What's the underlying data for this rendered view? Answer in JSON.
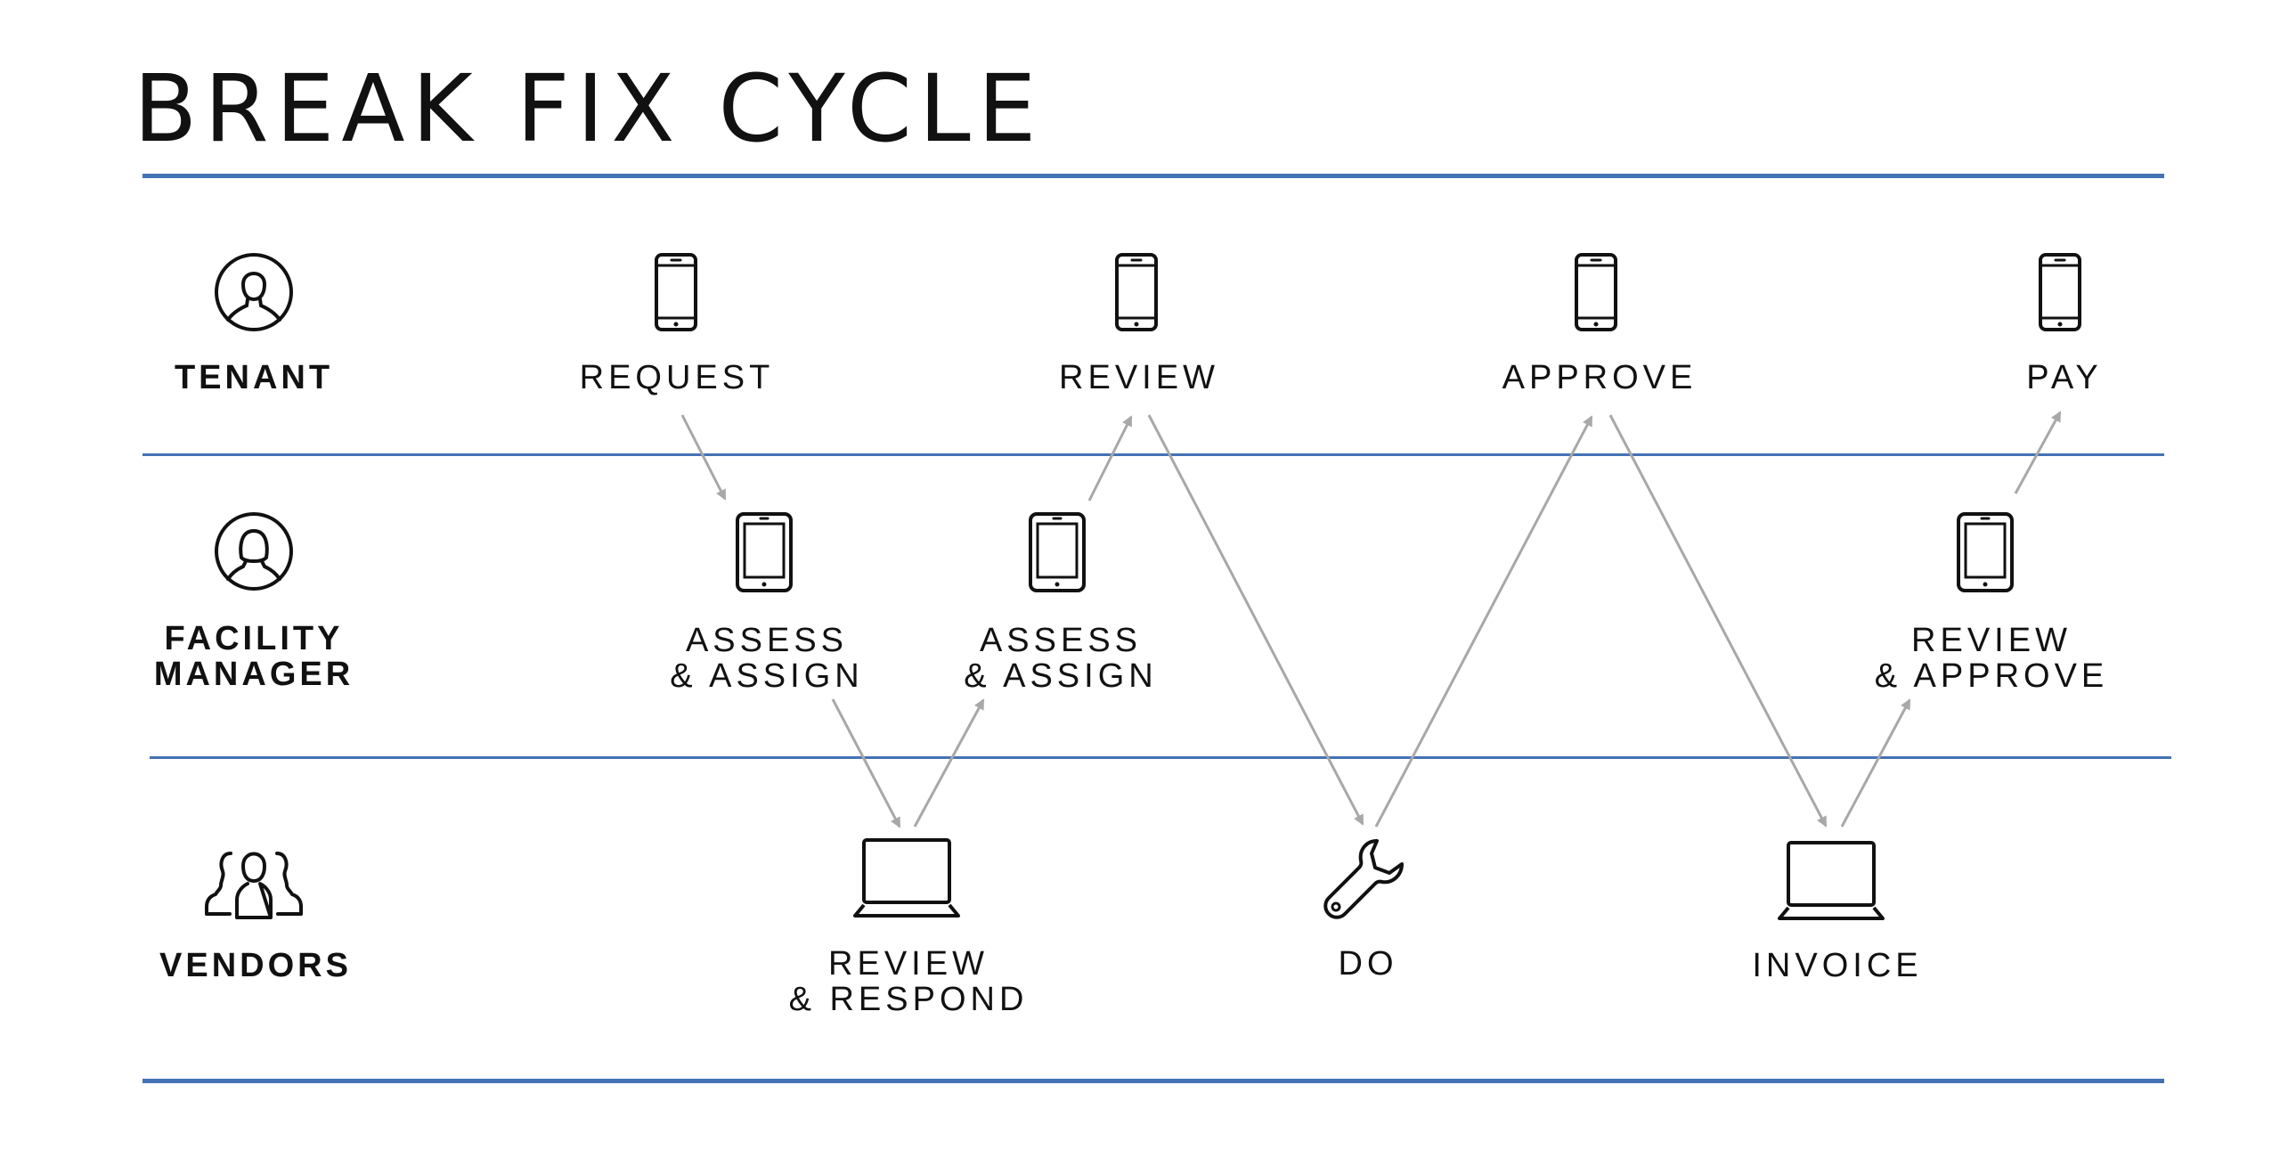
{
  "title": "BREAK FIX CYCLE",
  "colors": {
    "divider": "#4472b5",
    "arrow": "#a8a8a8",
    "icon": "#111111"
  },
  "roles": [
    {
      "id": "tenant",
      "icon": "person-icon",
      "lines": [
        "TENANT"
      ]
    },
    {
      "id": "facility-manager",
      "icon": "person-long-hair-icon",
      "lines": [
        "FACILITY",
        "MANAGER"
      ]
    },
    {
      "id": "vendors",
      "icon": "group-icon",
      "lines": [
        "VENDORS"
      ]
    }
  ],
  "steps": [
    {
      "id": "request",
      "role": "tenant",
      "device": "phone-icon",
      "lines": [
        "REQUEST"
      ]
    },
    {
      "id": "tenant-review",
      "role": "tenant",
      "device": "phone-icon",
      "lines": [
        "REVIEW"
      ]
    },
    {
      "id": "approve",
      "role": "tenant",
      "device": "phone-icon",
      "lines": [
        "APPROVE"
      ]
    },
    {
      "id": "pay",
      "role": "tenant",
      "device": "phone-icon",
      "lines": [
        "PAY"
      ]
    },
    {
      "id": "assess-assign-1",
      "role": "facility-manager",
      "device": "tablet-icon",
      "lines": [
        "ASSESS",
        "& ASSIGN"
      ]
    },
    {
      "id": "assess-assign-2",
      "role": "facility-manager",
      "device": "tablet-icon",
      "lines": [
        "ASSESS",
        "& ASSIGN"
      ]
    },
    {
      "id": "review-approve",
      "role": "facility-manager",
      "device": "tablet-icon",
      "lines": [
        "REVIEW",
        "& APPROVE"
      ]
    },
    {
      "id": "review-respond",
      "role": "vendors",
      "device": "laptop-icon",
      "lines": [
        "REVIEW",
        "& RESPOND"
      ]
    },
    {
      "id": "do",
      "role": "vendors",
      "device": "wrench-icon",
      "lines": [
        "DO"
      ]
    },
    {
      "id": "invoice",
      "role": "vendors",
      "device": "laptop-icon",
      "lines": [
        "INVOICE"
      ]
    }
  ],
  "flow": [
    [
      "request",
      "assess-assign-1"
    ],
    [
      "assess-assign-1",
      "review-respond"
    ],
    [
      "review-respond",
      "assess-assign-2"
    ],
    [
      "assess-assign-2",
      "tenant-review"
    ],
    [
      "tenant-review",
      "do"
    ],
    [
      "do",
      "approve"
    ],
    [
      "approve",
      "invoice"
    ],
    [
      "invoice",
      "review-approve"
    ],
    [
      "review-approve",
      "pay"
    ]
  ]
}
